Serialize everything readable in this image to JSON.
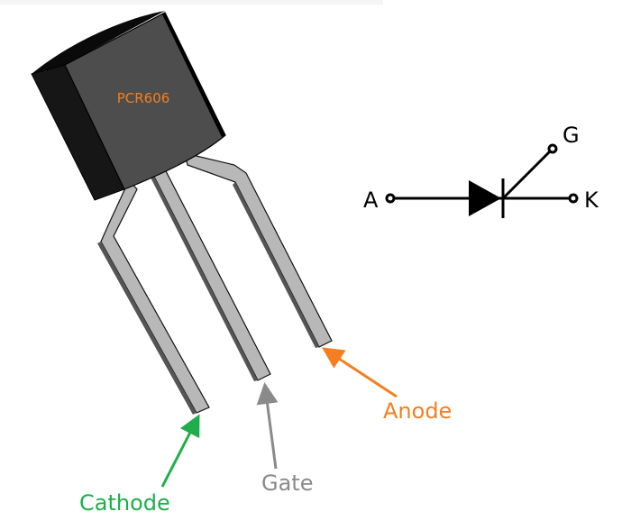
{
  "component": {
    "part_label": "PCR606",
    "body_colors": {
      "front": "#4d4d4d",
      "side": "#161616",
      "top": "#0a0a0a"
    },
    "lead_color": "#b8b8b8"
  },
  "pins": [
    {
      "name": "Cathode",
      "color": "#1fae4b"
    },
    {
      "name": "Gate",
      "color": "#8a8a8a"
    },
    {
      "name": "Anode",
      "color": "#f47f20"
    }
  ],
  "symbol": {
    "anode_label": "A",
    "cathode_label": "K",
    "gate_label": "G"
  }
}
